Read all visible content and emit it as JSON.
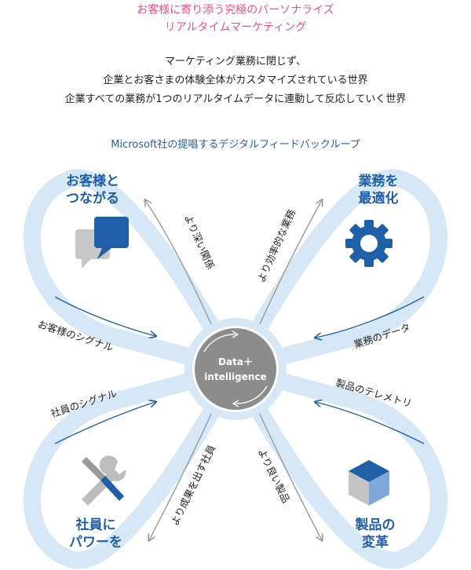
{
  "headline": {
    "line1": "お客様に寄り添う究極のパーソナライズ",
    "line2": "リアルタイムマーケティング"
  },
  "description": {
    "line1": "マーケティング業務に閉じず、",
    "line2": "企業とお客さまの体験全体がカスタマイズされている世界",
    "line3": "企業すべての業務が1つのリアルタイムデータに連動して反応していく世界"
  },
  "loop_title": "Microsoft社の提唱するデジタルフィードバックループ",
  "center": {
    "line1": "Data＋",
    "line2": "intelligence"
  },
  "petals": {
    "customers": {
      "line1": "お客様と",
      "line2": "つながる",
      "icon": "chat-bubbles-icon"
    },
    "operations": {
      "line1": "業務を",
      "line2": "最適化",
      "icon": "gear-icon"
    },
    "employees": {
      "line1": "社員に",
      "line2": "パワーを",
      "icon": "wrench-screwdriver-icon"
    },
    "products": {
      "line1": "製品の",
      "line2": "変革",
      "icon": "cube-icon"
    }
  },
  "flows": {
    "customer_signal": "お客様のシグナル",
    "operations_data": "業務のデータ",
    "employee_signal": "社員のシグナル",
    "product_telemetry": "製品のテレメトリ",
    "deeper_relations": "より深い関係",
    "efficient_ops": "より効率的な業務",
    "more_output": "より成果を出す社員",
    "better_products": "より良い製品"
  },
  "colors": {
    "accent_pink": "#e8508d",
    "brand_blue": "#1f5fa8",
    "petal_fill": "#d6e7f6",
    "core_gray": "#8c8c8c",
    "arrow_gray": "#9a9a9a"
  }
}
